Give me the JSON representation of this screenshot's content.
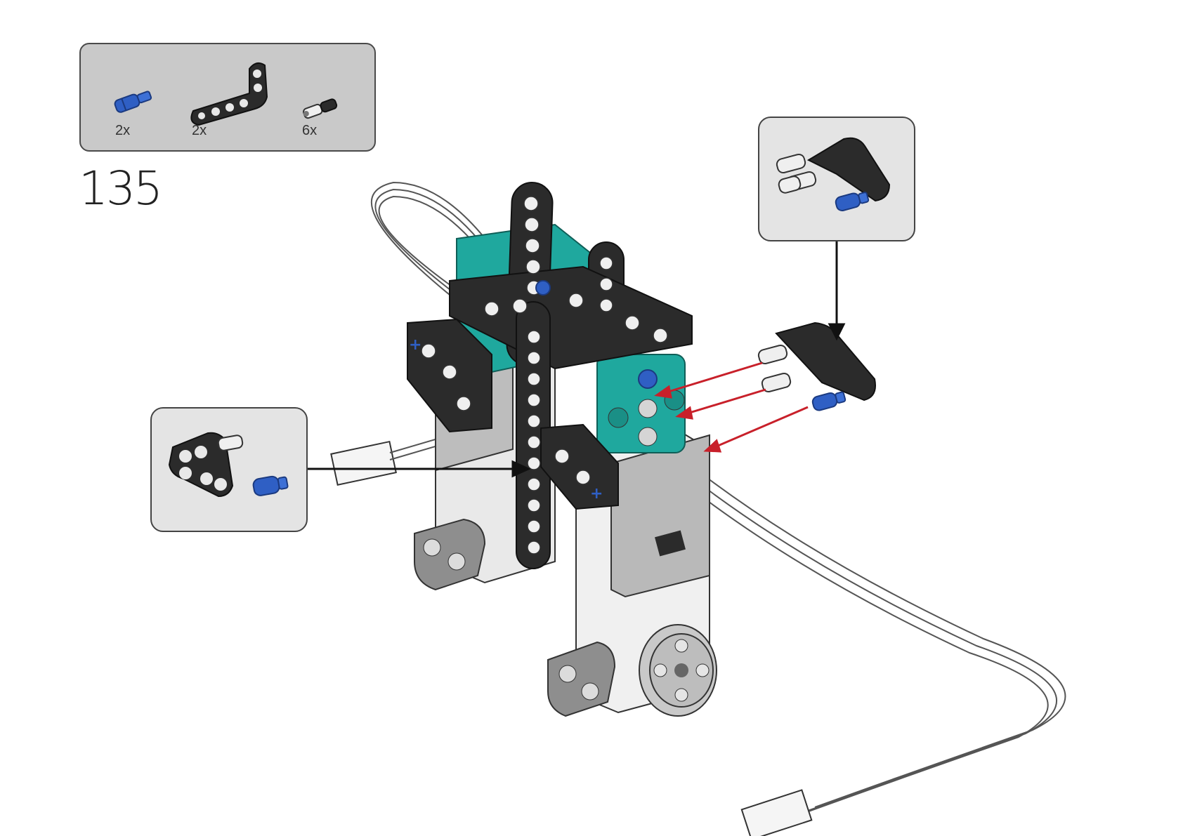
{
  "step": {
    "number": "135"
  },
  "parts": [
    {
      "name": "blue-axle-pin",
      "quantity": "2x",
      "color": "#2f5fc4"
    },
    {
      "name": "black-l-beam",
      "quantity": "2x",
      "color": "#2b2b2b"
    },
    {
      "name": "black-friction-pin",
      "quantity": "6x",
      "color": "#2b2b2b"
    }
  ],
  "colors": {
    "panel": "#c9c9c9",
    "callout": "#e4e4e4",
    "teal": "#1fa89e",
    "beam": "#2b2b2b",
    "blue": "#2f5fc4",
    "motor_gray": "#b9b9b9",
    "arrow_red": "#c8202a"
  }
}
